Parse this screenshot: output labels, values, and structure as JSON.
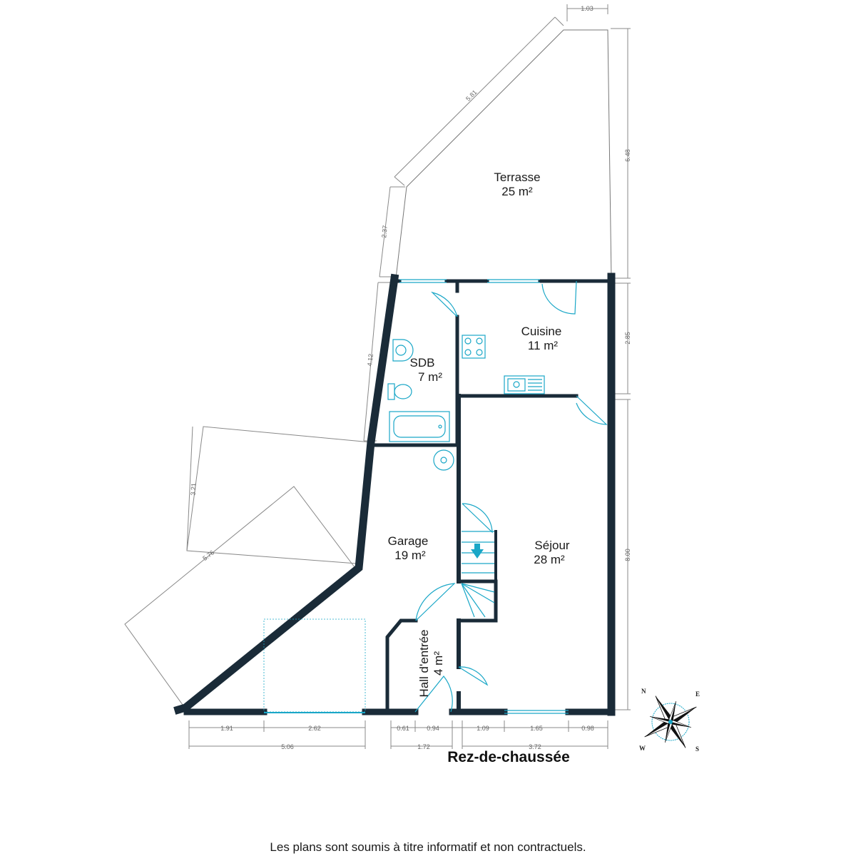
{
  "plan": {
    "title": "Rez-de-chaussée",
    "disclaimer": "Les plans sont soumis à titre informatif et non contractuels.",
    "colors": {
      "wall": "#1a2b38",
      "fixture": "#1aa7c7",
      "dimension": "#777777"
    },
    "rooms": [
      {
        "name": "Terrasse",
        "area": "25 m²"
      },
      {
        "name": "Cuisine",
        "area": "11 m²"
      },
      {
        "name": "SDB",
        "area": "7 m²"
      },
      {
        "name": "Garage",
        "area": "19 m²"
      },
      {
        "name": "Séjour",
        "area": "28 m²"
      },
      {
        "name": "Hall d'entrée",
        "area": "4 m²"
      }
    ],
    "dimensions": {
      "top": "1.03",
      "terrace_diag": "5.81",
      "terrace_right": "6.48",
      "terrace_left": "2.37",
      "sdb_left": "4.12",
      "kitchen_right": "2.85",
      "garage_door_h": "3.21",
      "garage_door_diag": "5.76",
      "sejour_right": "8.00",
      "b1": "1.91",
      "b2": "2.62",
      "b3": "0.61",
      "b4": "0.94",
      "b5": "1.09",
      "b6": "1.65",
      "b7": "0.98",
      "b_garage": "5.06",
      "b_hall": "1.72",
      "b_sejour": "3.72"
    },
    "compass": {
      "n": "N",
      "e": "E",
      "s": "S",
      "w": "W"
    }
  }
}
